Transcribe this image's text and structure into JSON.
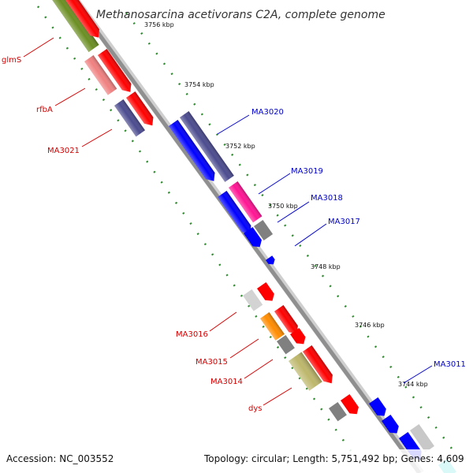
{
  "title": "Methanosarcina acetivorans C2A, complete genome",
  "footer": {
    "accession": "Accession: NC_003552",
    "topology": "Topology: circular; Length: 5,751,492 bp; Genes: 4,609"
  },
  "ticks": [
    {
      "label": "3756 kbp"
    },
    {
      "label": "3754 kbp"
    },
    {
      "label": "3752 kbp"
    },
    {
      "label": "3750 kbp"
    },
    {
      "label": "3748 kbp"
    },
    {
      "label": "3746 kbp"
    },
    {
      "label": "3744 kbp"
    }
  ],
  "colors": {
    "backbone": "#9a9a9a",
    "tick": "#2e8b2e",
    "cds": "#ff0000",
    "label_left": "#d40000",
    "label_right": "#0000cc"
  },
  "gene_labels_left": [
    {
      "text": "glmS"
    },
    {
      "text": "rfbA"
    },
    {
      "text": "MA3021"
    },
    {
      "text": "MA3016"
    },
    {
      "text": "MA3015"
    },
    {
      "text": "MA3014"
    },
    {
      "text": "dys"
    }
  ],
  "gene_labels_right": [
    {
      "text": "MA3020"
    },
    {
      "text": "MA3019"
    },
    {
      "text": "MA3018"
    },
    {
      "text": "MA3017"
    },
    {
      "text": "MA3011"
    }
  ]
}
